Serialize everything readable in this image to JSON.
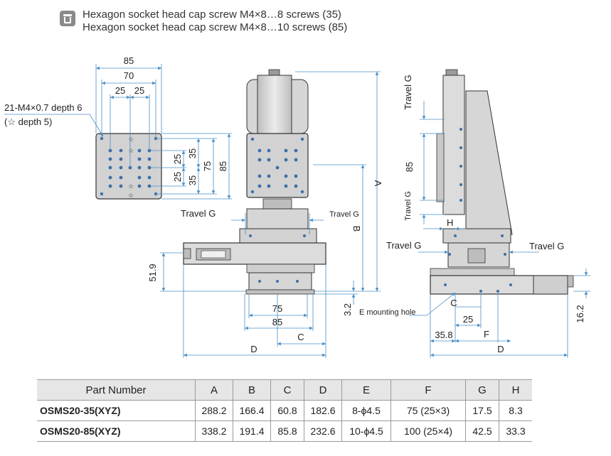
{
  "legend": {
    "line1": "Hexagon socket head cap screw M4×8…8 screws (35)",
    "line2": "Hexagon socket head cap screw M4×8…10 screws (85)"
  },
  "top_view": {
    "dim_85": "85",
    "dim_70": "70",
    "dim_25a": "25",
    "dim_25b": "25",
    "tap_note": "21-M4×0.7 depth 6",
    "tap_note2": "(☆ depth 5)",
    "v_25a": "25",
    "v_35a": "35",
    "v_75": "75",
    "v_85": "85",
    "v_25b": "25",
    "v_35b": "35"
  },
  "front_view": {
    "travel_g_left": "Travel G",
    "travel_g_right": "Travel G",
    "dim_a": "A",
    "dim_b": "B",
    "dim_519": "51.9",
    "dim_32": "3.2",
    "dim_75": "75",
    "dim_85": "85",
    "dim_c": "C",
    "dim_d": "D"
  },
  "side_view": {
    "travel_g_top": "Travel G",
    "dim_85": "85",
    "travel_g_bottom": "Travel G",
    "dim_h": "H",
    "travel_g_left": "Travel G",
    "travel_g_right": "Travel G",
    "mount_hole": "E mounting hole",
    "dim_c": "C",
    "dim_25": "25",
    "dim_358": "35.8",
    "dim_f": "F",
    "dim_d": "D",
    "dim_162": "16.2"
  },
  "table": {
    "headers": [
      "Part Number",
      "A",
      "B",
      "C",
      "D",
      "E",
      "F",
      "G",
      "H"
    ],
    "rows": [
      [
        "OSMS20-35(XYZ)",
        "288.2",
        "166.4",
        "60.8",
        "182.6",
        "8-ϕ4.5",
        "75 (25×3)",
        "17.5",
        "8.3"
      ],
      [
        "OSMS20-85(XYZ)",
        "338.2",
        "191.4",
        "85.8",
        "232.6",
        "10-ϕ4.5",
        "100 (25×4)",
        "42.5",
        "33.3"
      ]
    ]
  },
  "colors": {
    "dimension": "#4a8fc6",
    "line": "#222222",
    "stage_gray": "#cfcfcf",
    "hole_blue": "#3d6fa8"
  }
}
